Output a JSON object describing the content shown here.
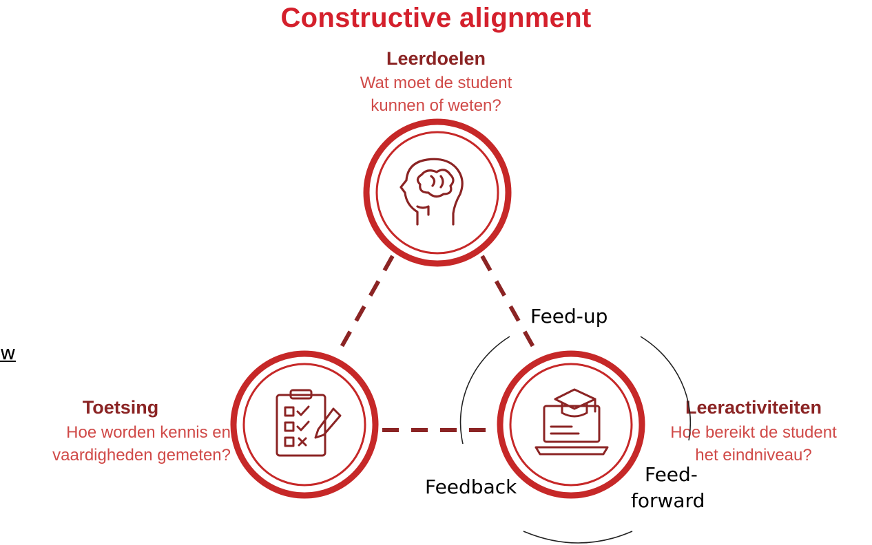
{
  "title": "Constructive alignment",
  "nodes": {
    "leerdoelen": {
      "heading": "Leerdoelen",
      "line1": "Wat moet de student",
      "line2": "kunnen of weten?",
      "icon": "brain-head-icon"
    },
    "toetsing": {
      "heading": "Toetsing",
      "line1": "Hoe worden kennis en",
      "line2": "vaardigheden gemeten?",
      "icon": "clipboard-checklist-icon"
    },
    "leeractiviteiten": {
      "heading": "Leeractiviteiten",
      "line1": "Hoe bereikt de student",
      "line2": "het eindniveau?",
      "icon": "laptop-graduation-cap-icon"
    }
  },
  "annotations": {
    "feed_up": "Feed-up",
    "feedback": "Feedback",
    "feed_forward_1": "Feed-",
    "feed_forward_2": "forward"
  },
  "edge_fragment": "w",
  "colors": {
    "title": "#d4202c",
    "heading": "#8b2424",
    "subtitle": "#d04a48",
    "ring": "#c62828",
    "icon": "#8b2424",
    "dashes": "#8b2424"
  }
}
